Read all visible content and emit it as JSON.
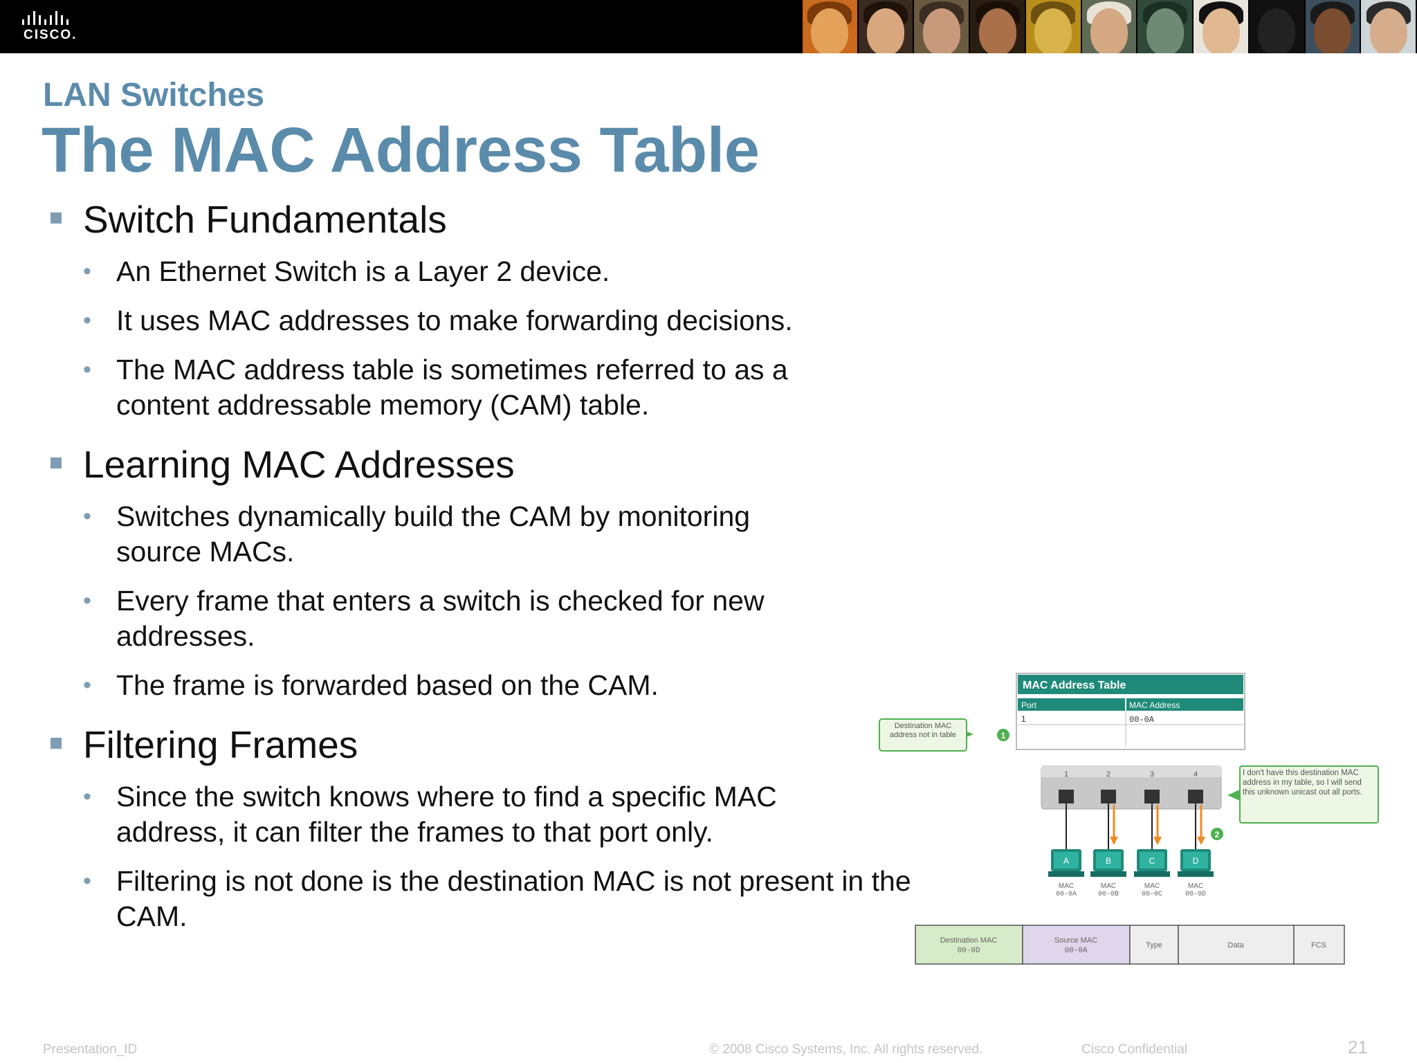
{
  "header": {
    "logo_text": "CISCO.",
    "photos": [
      {
        "name": "orange-pattern",
        "bg": "#c96a1c",
        "skin": "#e3a15a",
        "hair": "#7a3a0a"
      },
      {
        "name": "woman-portrait",
        "bg": "#3a2a1f",
        "skin": "#d9a77e",
        "hair": "#1e120b"
      },
      {
        "name": "man-thinking",
        "bg": "#6b5a40",
        "skin": "#c8997a",
        "hair": "#3a2e22"
      },
      {
        "name": "smiling-woman",
        "bg": "#2a1d12",
        "skin": "#a9704a",
        "hair": "#1a0f08"
      },
      {
        "name": "yellow-circuit",
        "bg": "#b88d1c",
        "skin": "#d8b24a",
        "hair": "#6e5010"
      },
      {
        "name": "woman-headscarf",
        "bg": "#5e6a58",
        "skin": "#d4a883",
        "hair": "#e8e2d6"
      },
      {
        "name": "chalkboard",
        "bg": "#2f4a3a",
        "skin": "#6f8a74",
        "hair": "#1c2f24"
      },
      {
        "name": "asian-woman",
        "bg": "#e8e4dc",
        "skin": "#e0b892",
        "hair": "#111111"
      },
      {
        "name": "dark-bg",
        "bg": "#111111",
        "skin": "#222222",
        "hair": "#111111"
      },
      {
        "name": "man-portrait",
        "bg": "#3c4e5c",
        "skin": "#7a4c30",
        "hair": "#1a1a1a"
      },
      {
        "name": "man-cap",
        "bg": "#cfd6d9",
        "skin": "#d6ad8c",
        "hair": "#2b2b2b"
      }
    ]
  },
  "slide": {
    "subtitle": "LAN Switches",
    "title": "The MAC Address Table"
  },
  "sections": [
    {
      "heading": "Switch Fundamentals",
      "items": [
        "An Ethernet Switch is a Layer 2 device.",
        "It uses MAC addresses to make forwarding decisions.",
        "The MAC address table is sometimes referred to as a content addressable memory (CAM) table."
      ]
    },
    {
      "heading": "Learning MAC Addresses",
      "items": [
        "Switches dynamically build the CAM by monitoring source MACs.",
        "Every frame that enters a switch is checked for new addresses.",
        "The frame is forwarded based on the CAM."
      ]
    },
    {
      "heading": "Filtering Frames",
      "items": [
        "Since the switch knows where to find a specific MAC address, it can filter the frames to that port only.",
        "Filtering is not done is the destination MAC is not present in the CAM."
      ]
    }
  ],
  "diagram": {
    "table_title": "MAC Address Table",
    "col_port": "Port",
    "col_mac": "MAC Address",
    "row_port": "1",
    "row_mac": "00-0A",
    "callout_left": "Destination MAC address not in table",
    "callout_left_num": "1",
    "callout_right": "I don't have this destination MAC address in my table, so I will send this unknown unicast out all ports.",
    "callout_right_num": "2",
    "ports": [
      "1",
      "2",
      "3",
      "4"
    ],
    "hosts": [
      {
        "letter": "A",
        "mac_label": "MAC",
        "mac": "00-0A"
      },
      {
        "letter": "B",
        "mac_label": "MAC",
        "mac": "00-0B"
      },
      {
        "letter": "C",
        "mac_label": "MAC",
        "mac": "00-0C"
      },
      {
        "letter": "D",
        "mac_label": "MAC",
        "mac": "00-0D"
      }
    ],
    "frame": {
      "dest": "Destination MAC",
      "dest_val": "00-0D",
      "src": "Source MAC",
      "src_val": "00-0A",
      "type": "Type",
      "data": "Data",
      "fcs": "FCS"
    },
    "colors": {
      "teal": "#1f8a7a",
      "green_border": "#4fb14f",
      "green_fill": "#eef7e6",
      "dest_fill": "#d6ebc9",
      "src_fill": "#e0d6ec",
      "arrow": "#f08a24"
    }
  },
  "footer": {
    "id": "Presentation_ID",
    "copyright": "© 2008 Cisco Systems, Inc. All rights reserved.",
    "confidential": "Cisco Confidential",
    "page": "21"
  }
}
